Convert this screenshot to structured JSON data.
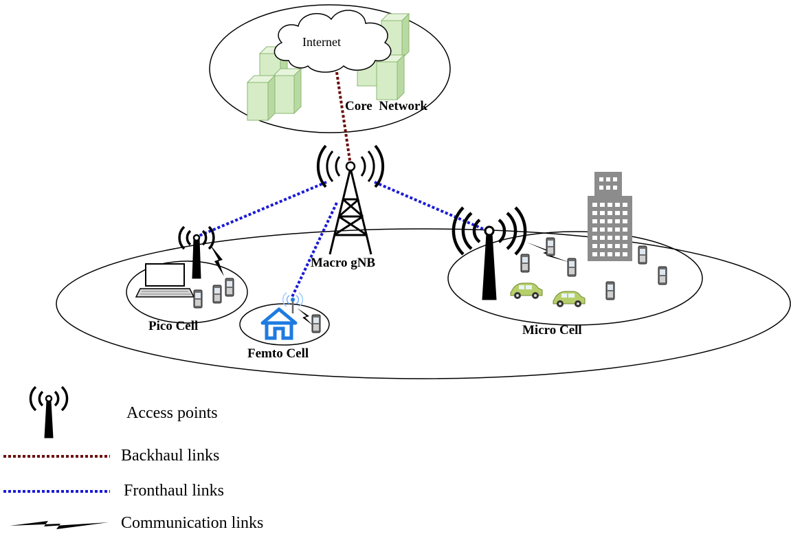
{
  "labels": {
    "internet": "Internet",
    "core_network": "Core  Network",
    "macro_gnb": "Macro gNB",
    "pico_cell": "Pico Cell",
    "femto_cell": "Femto Cell",
    "micro_cell": "Micro Cell"
  },
  "legend": {
    "access_points": "Access points",
    "backhaul_links": "Backhaul links",
    "fronthaul_links": "Fronthaul links",
    "communication_links": "Communication links"
  },
  "colors": {
    "backhaul": "#6b0d0d",
    "fronthaul": "#1a1ad6",
    "server_fill": "#d6ecc6",
    "server_stroke": "#8ab870",
    "house": "#1e7be0",
    "car": "#b7cf6a",
    "building": "#8c8c8c"
  }
}
